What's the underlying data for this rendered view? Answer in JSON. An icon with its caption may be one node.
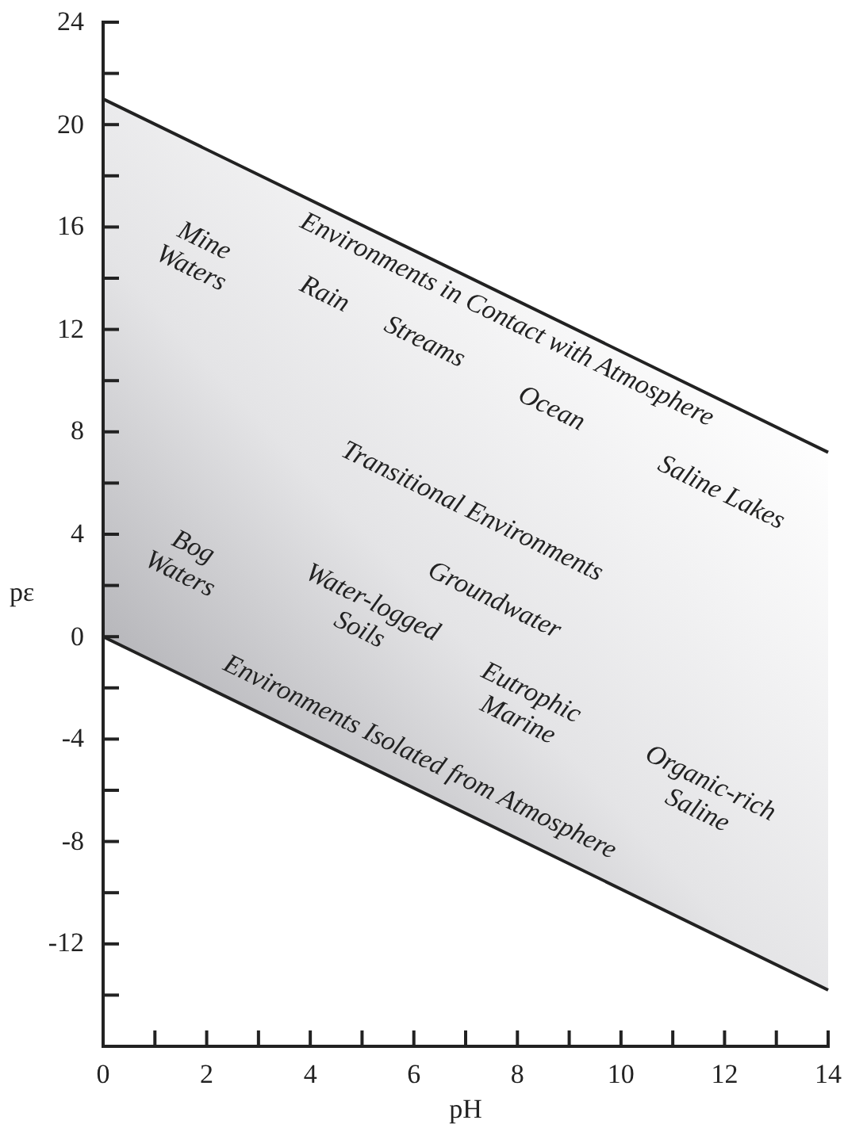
{
  "diagram": {
    "labels": [
      "Environments in Contact with Atmosphere",
      "Mine Waters",
      "Rain",
      "Streams",
      "Ocean",
      "Saline Lakes",
      "Transitional Environments",
      "Bog Waters",
      "Groundwater",
      "Water-logged Soils",
      "Eutrophic Marine",
      "Organic-rich Saline",
      "Environments Isolated from Atmosphere"
    ],
    "chart_data": {
      "type": "line",
      "xlabel": "pH",
      "ylabel": "pε",
      "x": [
        0,
        14
      ],
      "series": [
        {
          "color": "#222222",
          "values": [
            21,
            7.2
          ]
        },
        {
          "color": "#222222",
          "values": [
            0,
            -13.8
          ]
        }
      ],
      "xlim": [
        0,
        14
      ],
      "ylim": [
        -16,
        24
      ],
      "xticks": [
        0,
        2,
        4,
        6,
        8,
        10,
        12,
        14
      ],
      "yticks": [
        -12,
        -8,
        -4,
        0,
        4,
        8,
        12,
        16,
        20,
        24
      ]
    }
  }
}
